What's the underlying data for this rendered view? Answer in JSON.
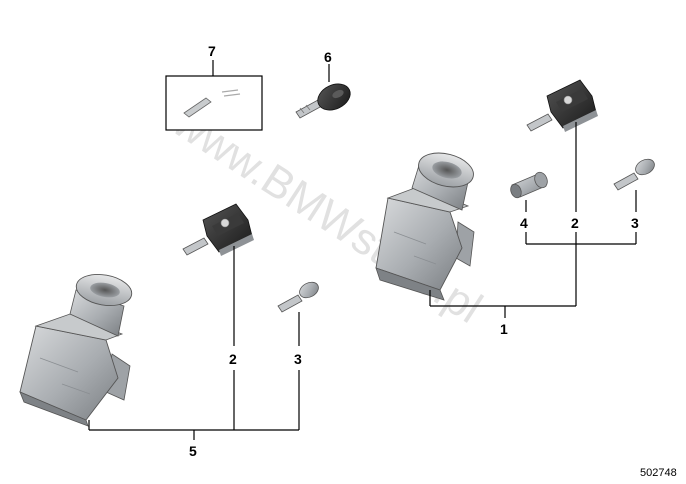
{
  "callouts": {
    "c7": "7",
    "c6": "6",
    "c4": "4",
    "c2_top": "2",
    "c3_top": "3",
    "c1": "1",
    "c2_bottom": "2",
    "c3_bottom": "3",
    "c5": "5"
  },
  "watermark": "www.BMWstore.pl",
  "document_number": "502748",
  "colors": {
    "part_gray": "#b9bcbf",
    "part_dark": "#7e8286",
    "key_black": "#2a2a2a",
    "line": "#000000"
  },
  "icons": {
    "tag": "label-tag-icon",
    "key": "ignition-key-icon",
    "remote": "remote-key-fob-icon",
    "lock": "ignition-lock-icon",
    "cylinder": "lock-cylinder-icon"
  }
}
